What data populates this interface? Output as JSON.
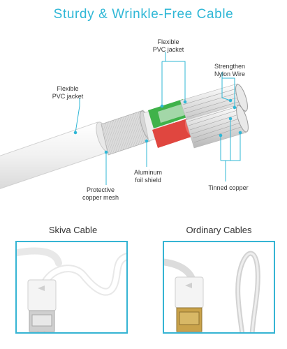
{
  "header": {
    "title": "Sturdy & Wrinkle-Free Cable",
    "accent_color": "#2fb7d6"
  },
  "diagram": {
    "labels": {
      "outer_jacket_line1": "Flexible",
      "outer_jacket_line2": "PVC jacket",
      "inner_jacket_line1": "Flexible",
      "inner_jacket_line2": "PVC jacket",
      "nylon_line1": "Strengthen",
      "nylon_line2": "Nylon Wire",
      "mesh_line1": "Protective",
      "mesh_line2": "copper mesh",
      "foil_line1": "Aluminum",
      "foil_line2": "foil shield",
      "tinned": "Tinned copper"
    },
    "wire_colors": [
      "#3fb24a",
      "#e0463f",
      "#f2f2f2"
    ]
  },
  "comparison": {
    "left_title": "Skiva Cable",
    "right_title": "Ordinary Cables",
    "border_color": "#35b4d3"
  }
}
